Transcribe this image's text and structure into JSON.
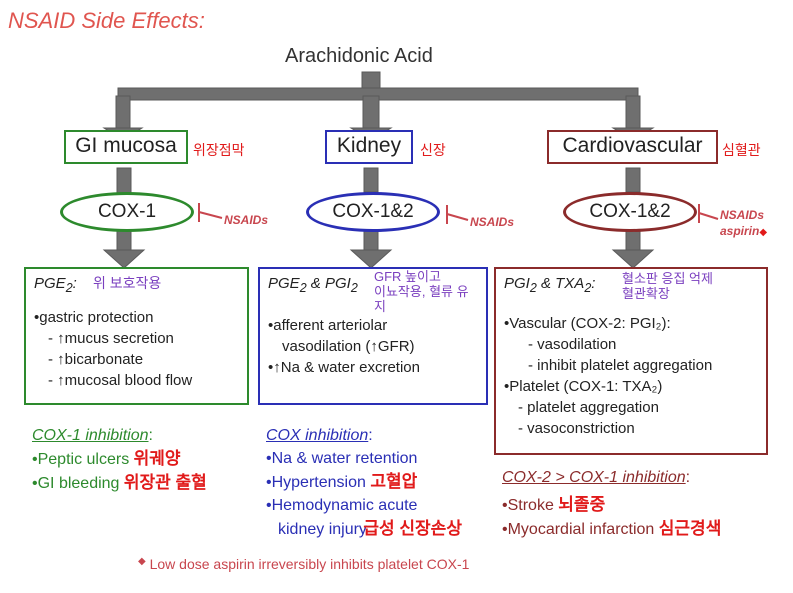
{
  "title": "NSAID Side Effects:",
  "source": "Arachidonic Acid",
  "columns": [
    {
      "target": "GI mucosa",
      "target_kor": "위장점막",
      "enzyme": "COX-1",
      "blocker": "NSAIDs",
      "mediator": "PGE",
      "mediator_sub": "2",
      "mediator_suffix": ":",
      "mediator_kor": "위 보호작용",
      "effects": [
        "•gastric protection",
        "- ↑mucus secretion",
        "- ↑bicarbonate",
        "- ↑mucosal blood flow"
      ],
      "inhibition_title": "COX-1 inhibition",
      "inhibition_suffix": ":",
      "inhibition_items": [
        {
          "text": "•Peptic ulcers",
          "kor": "위궤양"
        },
        {
          "text": "•GI bleeding",
          "kor": "위장관 출혈"
        }
      ]
    },
    {
      "target": "Kidney",
      "target_kor": "신장",
      "enzyme": "COX-1&2",
      "blocker": "NSAIDs",
      "mediator": "PGE",
      "mediator_sub": "2",
      "mediator_mid": " & PGI",
      "mediator_sub2": "2",
      "mediator_kor_1": "GFR 높이고",
      "mediator_kor_2": "이뇨작용, 혈류 유지",
      "effects": [
        "•afferent arteriolar",
        "vasodilation (↑GFR)",
        "•↑Na & water excretion"
      ],
      "inhibition_title": "COX inhibition",
      "inhibition_suffix": ":",
      "inhibition_items": [
        {
          "text": "•Na & water retention",
          "kor": ""
        },
        {
          "text": "•Hypertension",
          "kor": "고혈압"
        },
        {
          "text": "•Hemodynamic acute",
          "kor": ""
        },
        {
          "text": "kidney injury",
          "kor": "급성 신장손상"
        }
      ]
    },
    {
      "target": "Cardiovascular",
      "target_kor": "심혈관",
      "enzyme": "COX-1&2",
      "blocker": "NSAIDs",
      "blocker_2": "aspirin",
      "blocker_mark": "◆",
      "mediator": "PGI",
      "mediator_sub": "2",
      "mediator_mid": " & TXA",
      "mediator_sub2": "2",
      "mediator_suffix": ":",
      "mediator_kor_1": "혈소판 응집 억제",
      "mediator_kor_2": "혈관확장",
      "effects": [
        "•Vascular (COX-2: PGI₂):",
        "- vasodilation",
        "- inhibit platelet aggregation",
        "•Platelet (COX-1: TXA₂)",
        "- platelet aggregation",
        "- vasoconstriction"
      ],
      "inhibition_title": "COX-2 > COX-1 inhibition",
      "inhibition_suffix": ":",
      "inhibition_items": [
        {
          "text": "•Stroke",
          "kor": "뇌졸중"
        },
        {
          "text": "•Myocardial infarction",
          "kor": "심근경색"
        }
      ]
    }
  ],
  "footnote_mark": "◆",
  "footnote": "Low dose aspirin irreversibly inhibits platelet COX-1",
  "colors": {
    "green": "#2d8a2d",
    "blue": "#2a2fb5",
    "darkred": "#8b2b2b",
    "arrow": "#6f6f6f",
    "red_text": "#e11a1a",
    "purple_text": "#7a3fbf"
  }
}
